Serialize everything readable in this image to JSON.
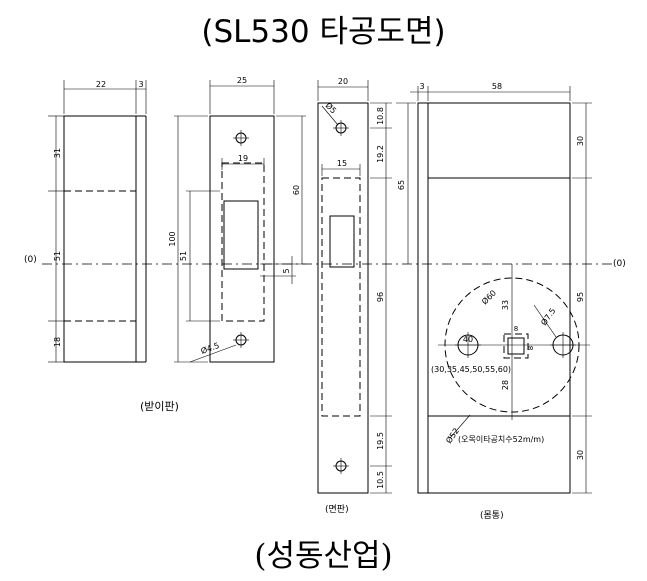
{
  "title": "(SL530 타공도면)",
  "company": "(성동산업)",
  "datum_label": "(0)",
  "views": {
    "strike_plate": {
      "caption": "(받이판)",
      "dims": {
        "w22": "22",
        "w3": "3",
        "w25": "25",
        "w19": "19",
        "h31": "31",
        "h51a": "51",
        "h18": "18",
        "h100": "100",
        "h51b": "51",
        "h60": "60",
        "h5": "5",
        "hole": "Ø4.5"
      }
    },
    "face_plate": {
      "caption": "(면판)",
      "dims": {
        "w20": "20",
        "w15": "15",
        "hole": "Ø5",
        "h108": "10.8",
        "h192": "19.2",
        "h65": "65",
        "h96": "96",
        "h195": "19.5",
        "h105": "10.5"
      }
    },
    "body": {
      "caption": "(몸통)",
      "dims": {
        "w3": "3",
        "w58": "58",
        "h30a": "30",
        "h95": "95",
        "h30b": "30",
        "c33": "33",
        "c28": "28",
        "d40": "40",
        "s8a": "8",
        "s8b": "8",
        "d60": "Ø60",
        "d75": "Ø7.5",
        "d52": "Ø52"
      },
      "backsets": "(30,35,45,50,55,60)",
      "note": "(오목이타공치수52m/m)"
    }
  }
}
